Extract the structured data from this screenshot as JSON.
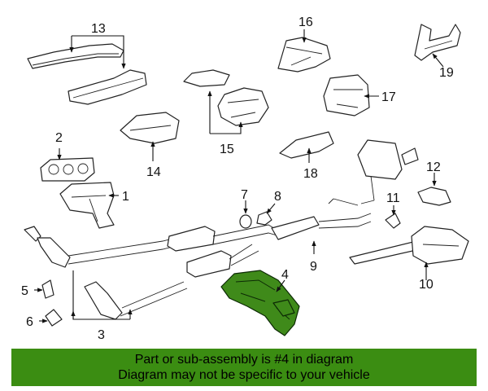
{
  "diagram": {
    "callouts": [
      "1",
      "2",
      "3",
      "4",
      "5",
      "6",
      "7",
      "8",
      "9",
      "10",
      "11",
      "12",
      "13",
      "14",
      "15",
      "16",
      "17",
      "18",
      "19"
    ],
    "highlighted_part": "4",
    "highlight_color": "#3b8d12"
  },
  "banner": {
    "line1": "Part or sub-assembly is #4 in diagram",
    "line2": "Diagram may not be specific to your vehicle"
  }
}
